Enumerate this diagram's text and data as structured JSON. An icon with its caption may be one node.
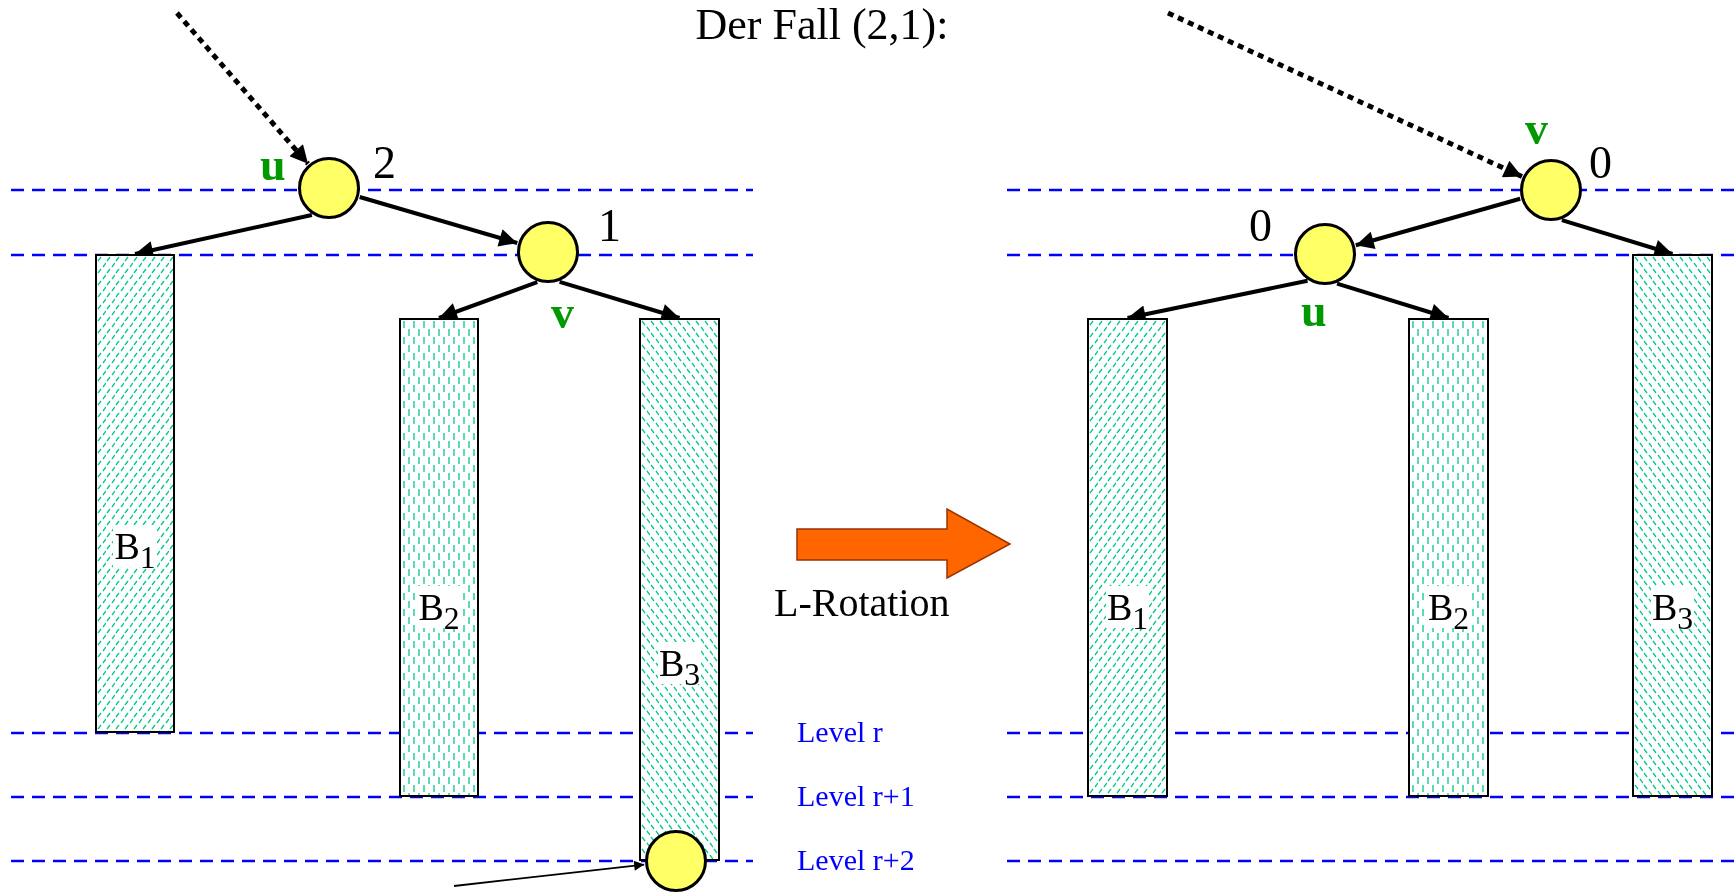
{
  "diagram": {
    "title": "Der Fall (2,1):",
    "nodes": [
      {
        "text": [],
        "shape": "circle",
        "beside": [
          "u",
          "2"
        ]
      },
      {
        "text": [],
        "shape": "circle",
        "beside": [
          "1",
          "v"
        ]
      },
      {
        "text": [
          "B$_{1}$"
        ]
      },
      {
        "text": [
          "B$_{2}$"
        ]
      },
      {
        "text": [
          "B$_{3}$"
        ]
      },
      {
        "text": [],
        "shape": "circle"
      },
      {
        "text": [],
        "shape": "circle",
        "beside": [
          "v",
          "0"
        ]
      },
      {
        "text": [],
        "shape": "circle",
        "beside": [
          "0",
          "u"
        ]
      },
      {
        "text": [
          "B$_{1}$"
        ]
      },
      {
        "text": [
          "B$_{2}$"
        ]
      },
      {
        "text": [
          "B$_{3}$"
        ]
      }
    ],
    "edges": [
      {
        "from": null,
        "to": 0,
        "arrow": "to",
        "style": "dashed"
      },
      {
        "from": 0,
        "to": 2,
        "arrow": "to"
      },
      {
        "from": 0,
        "to": 1,
        "arrow": "to"
      },
      {
        "from": 1,
        "to": 3,
        "arrow": "to"
      },
      {
        "from": 1,
        "to": 4,
        "arrow": "to"
      },
      {
        "from": null,
        "to": 5,
        "arrow": "to"
      },
      {
        "from": null,
        "to": 6,
        "arrow": "to",
        "style": "dashed"
      },
      {
        "from": 6,
        "to": 7,
        "arrow": "to"
      },
      {
        "from": 6,
        "to": 10,
        "arrow": "to"
      },
      {
        "from": 7,
        "to": 8,
        "arrow": "to"
      },
      {
        "from": 7,
        "to": 9,
        "arrow": "to"
      }
    ],
    "labels": [
      "Level r",
      "Level r+1",
      "Level r+2",
      "L-Rotation"
    ]
  }
}
